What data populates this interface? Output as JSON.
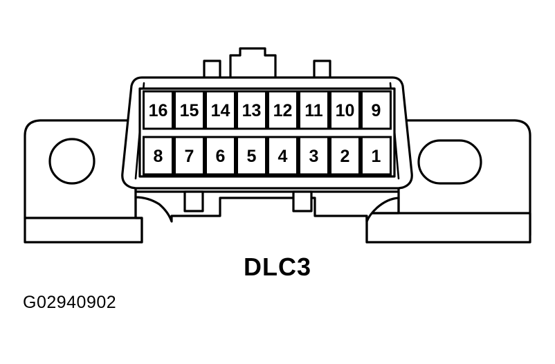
{
  "figure": {
    "title": "DLC3",
    "code": "G02940902",
    "component_name": "data-link-connector",
    "line_color": "#000000",
    "background_color": "#ffffff"
  },
  "connector": {
    "pin_count": 16,
    "top_row_label": "Pins 16 to 9",
    "bottom_row_label": "Pins 8 to 1",
    "top_row": [
      {
        "number": "16"
      },
      {
        "number": "15"
      },
      {
        "number": "14"
      },
      {
        "number": "13"
      },
      {
        "number": "12"
      },
      {
        "number": "11"
      },
      {
        "number": "10"
      },
      {
        "number": "9"
      }
    ],
    "bottom_row": [
      {
        "number": "8"
      },
      {
        "number": "7"
      },
      {
        "number": "6"
      },
      {
        "number": "5"
      },
      {
        "number": "4"
      },
      {
        "number": "3"
      },
      {
        "number": "2"
      },
      {
        "number": "1"
      }
    ]
  },
  "bracket": {
    "left_hole_shape": "circle",
    "right_hole_shape": "oval"
  },
  "tabs": {
    "top_left": "small-tab",
    "top_center": "notched-tab",
    "top_right": "small-tab",
    "bottom_left": "small-tab",
    "bottom_right": "small-tab"
  }
}
